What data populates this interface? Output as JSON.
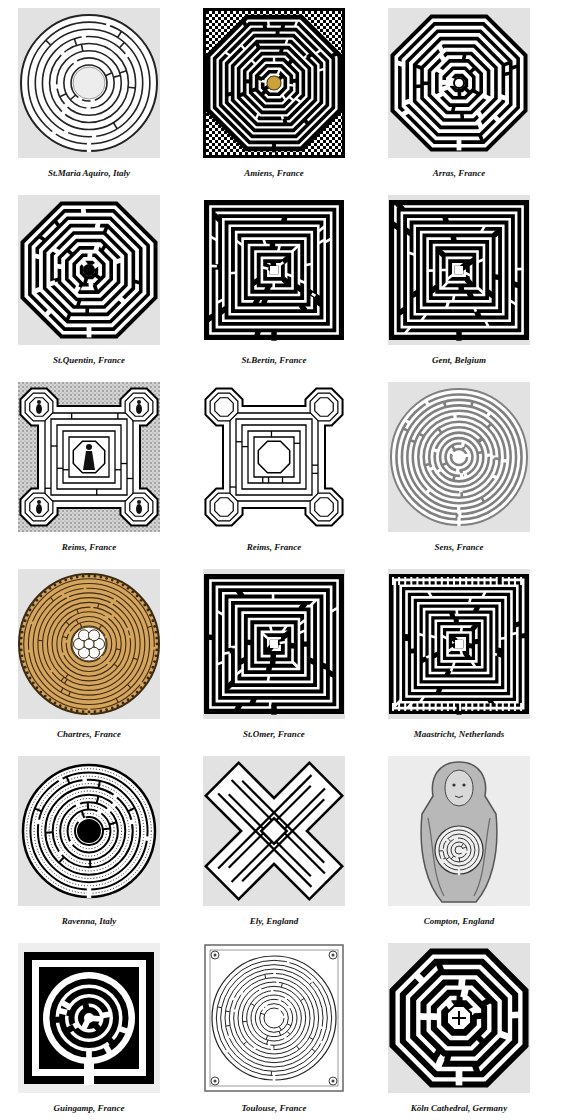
{
  "diagram": {
    "labels": [
      "St.Maria Aquiro, Italy",
      "Amiens, France",
      "Arras, France",
      "St.Quentin, France",
      "St.Bertin, France",
      "Gent, Belgium",
      "Reims, France",
      "Reims, France",
      "Sens, France",
      "Chartres, France",
      "St.Omer, France",
      "Maastricht, Netherlands",
      "Ravenna, Italy",
      "Ely, England",
      "Compton, England",
      "Guingamp, France",
      "Toulouse, France",
      "Köln Cathedral, Germany"
    ]
  }
}
